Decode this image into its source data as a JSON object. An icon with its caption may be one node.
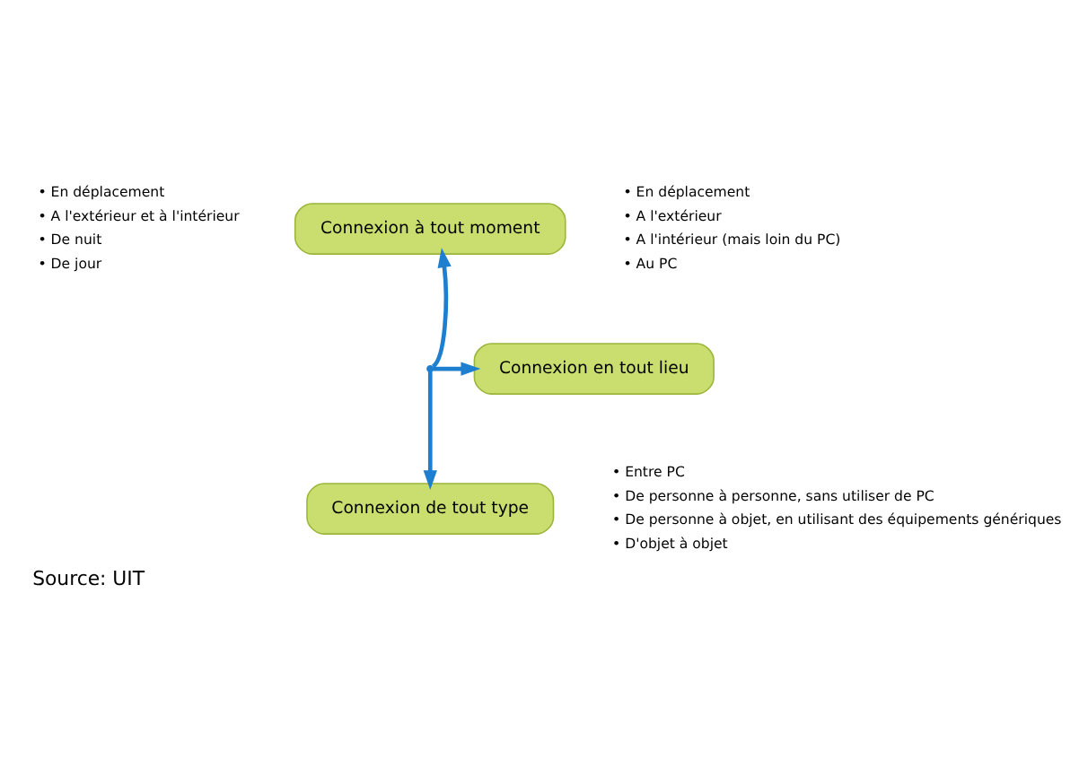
{
  "diagram": {
    "caption": "Source: UIT",
    "nodes": [
      {
        "text": [
          "Connexion à tout moment"
        ]
      },
      {
        "text": [
          "Connexion en tout lieu"
        ]
      },
      {
        "text": [
          "Connexion de tout type"
        ]
      },
      {
        "text": [],
        "shape": "point"
      }
    ],
    "edges": [
      {
        "from": 3,
        "to": 0,
        "arrow": "to"
      },
      {
        "from": 3,
        "to": 1,
        "arrow": "to"
      },
      {
        "from": 3,
        "to": 2,
        "arrow": "to"
      }
    ],
    "labels": [
      "• En déplacement",
      "• A l'extérieur et à l'intérieur",
      "• De nuit",
      "• De jour",
      "• En déplacement",
      "• A l'extérieur",
      "• A l'intérieur (mais loin du PC)",
      "• Au PC",
      "• Entre PC",
      "• De personne à personne, sans utiliser de PC",
      "• De personne à objet, en utilisant des équipements génériques",
      "• D'objet à objet"
    ]
  }
}
